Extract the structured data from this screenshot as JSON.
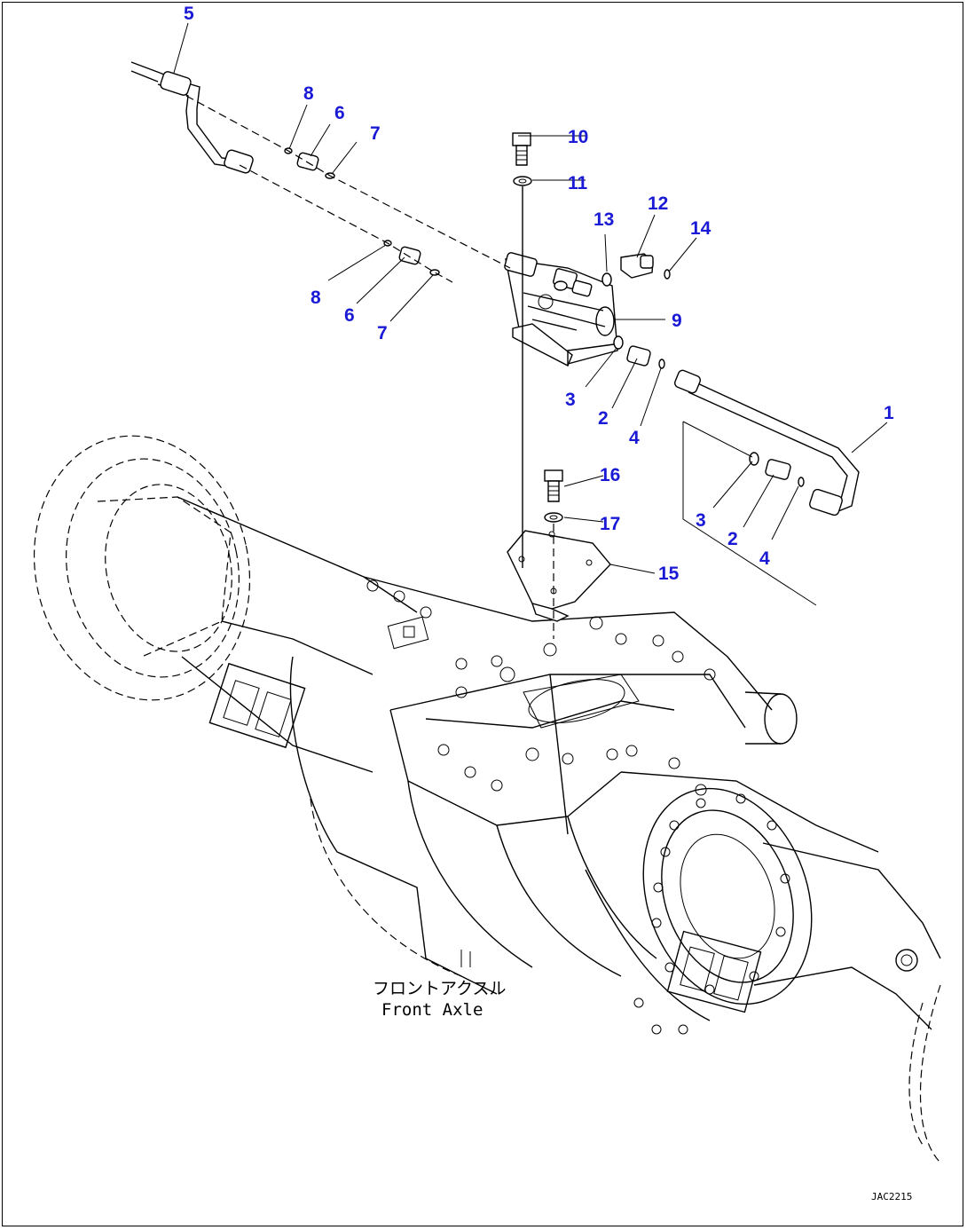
{
  "diagram": {
    "label_color": "#1a1ad6",
    "line_color": "#000000",
    "callouts": [
      {
        "id": "c5",
        "text": "5"
      },
      {
        "id": "c8a",
        "text": "8"
      },
      {
        "id": "c6a",
        "text": "6"
      },
      {
        "id": "c7a",
        "text": "7"
      },
      {
        "id": "c8b",
        "text": "8"
      },
      {
        "id": "c6b",
        "text": "6"
      },
      {
        "id": "c7b",
        "text": "7"
      },
      {
        "id": "c10",
        "text": "10"
      },
      {
        "id": "c11",
        "text": "11"
      },
      {
        "id": "c13",
        "text": "13"
      },
      {
        "id": "c12",
        "text": "12"
      },
      {
        "id": "c14",
        "text": "14"
      },
      {
        "id": "c9",
        "text": "9"
      },
      {
        "id": "c3a",
        "text": "3"
      },
      {
        "id": "c2a",
        "text": "2"
      },
      {
        "id": "c4a",
        "text": "4"
      },
      {
        "id": "c1",
        "text": "1"
      },
      {
        "id": "c16",
        "text": "16"
      },
      {
        "id": "c17",
        "text": "17"
      },
      {
        "id": "c15",
        "text": "15"
      },
      {
        "id": "c3b",
        "text": "3"
      },
      {
        "id": "c2b",
        "text": "2"
      },
      {
        "id": "c4b",
        "text": "4"
      }
    ],
    "caption_jp": "フロントアクスル",
    "caption_en": "Front Axle",
    "drawing_id": "JAC2215"
  }
}
